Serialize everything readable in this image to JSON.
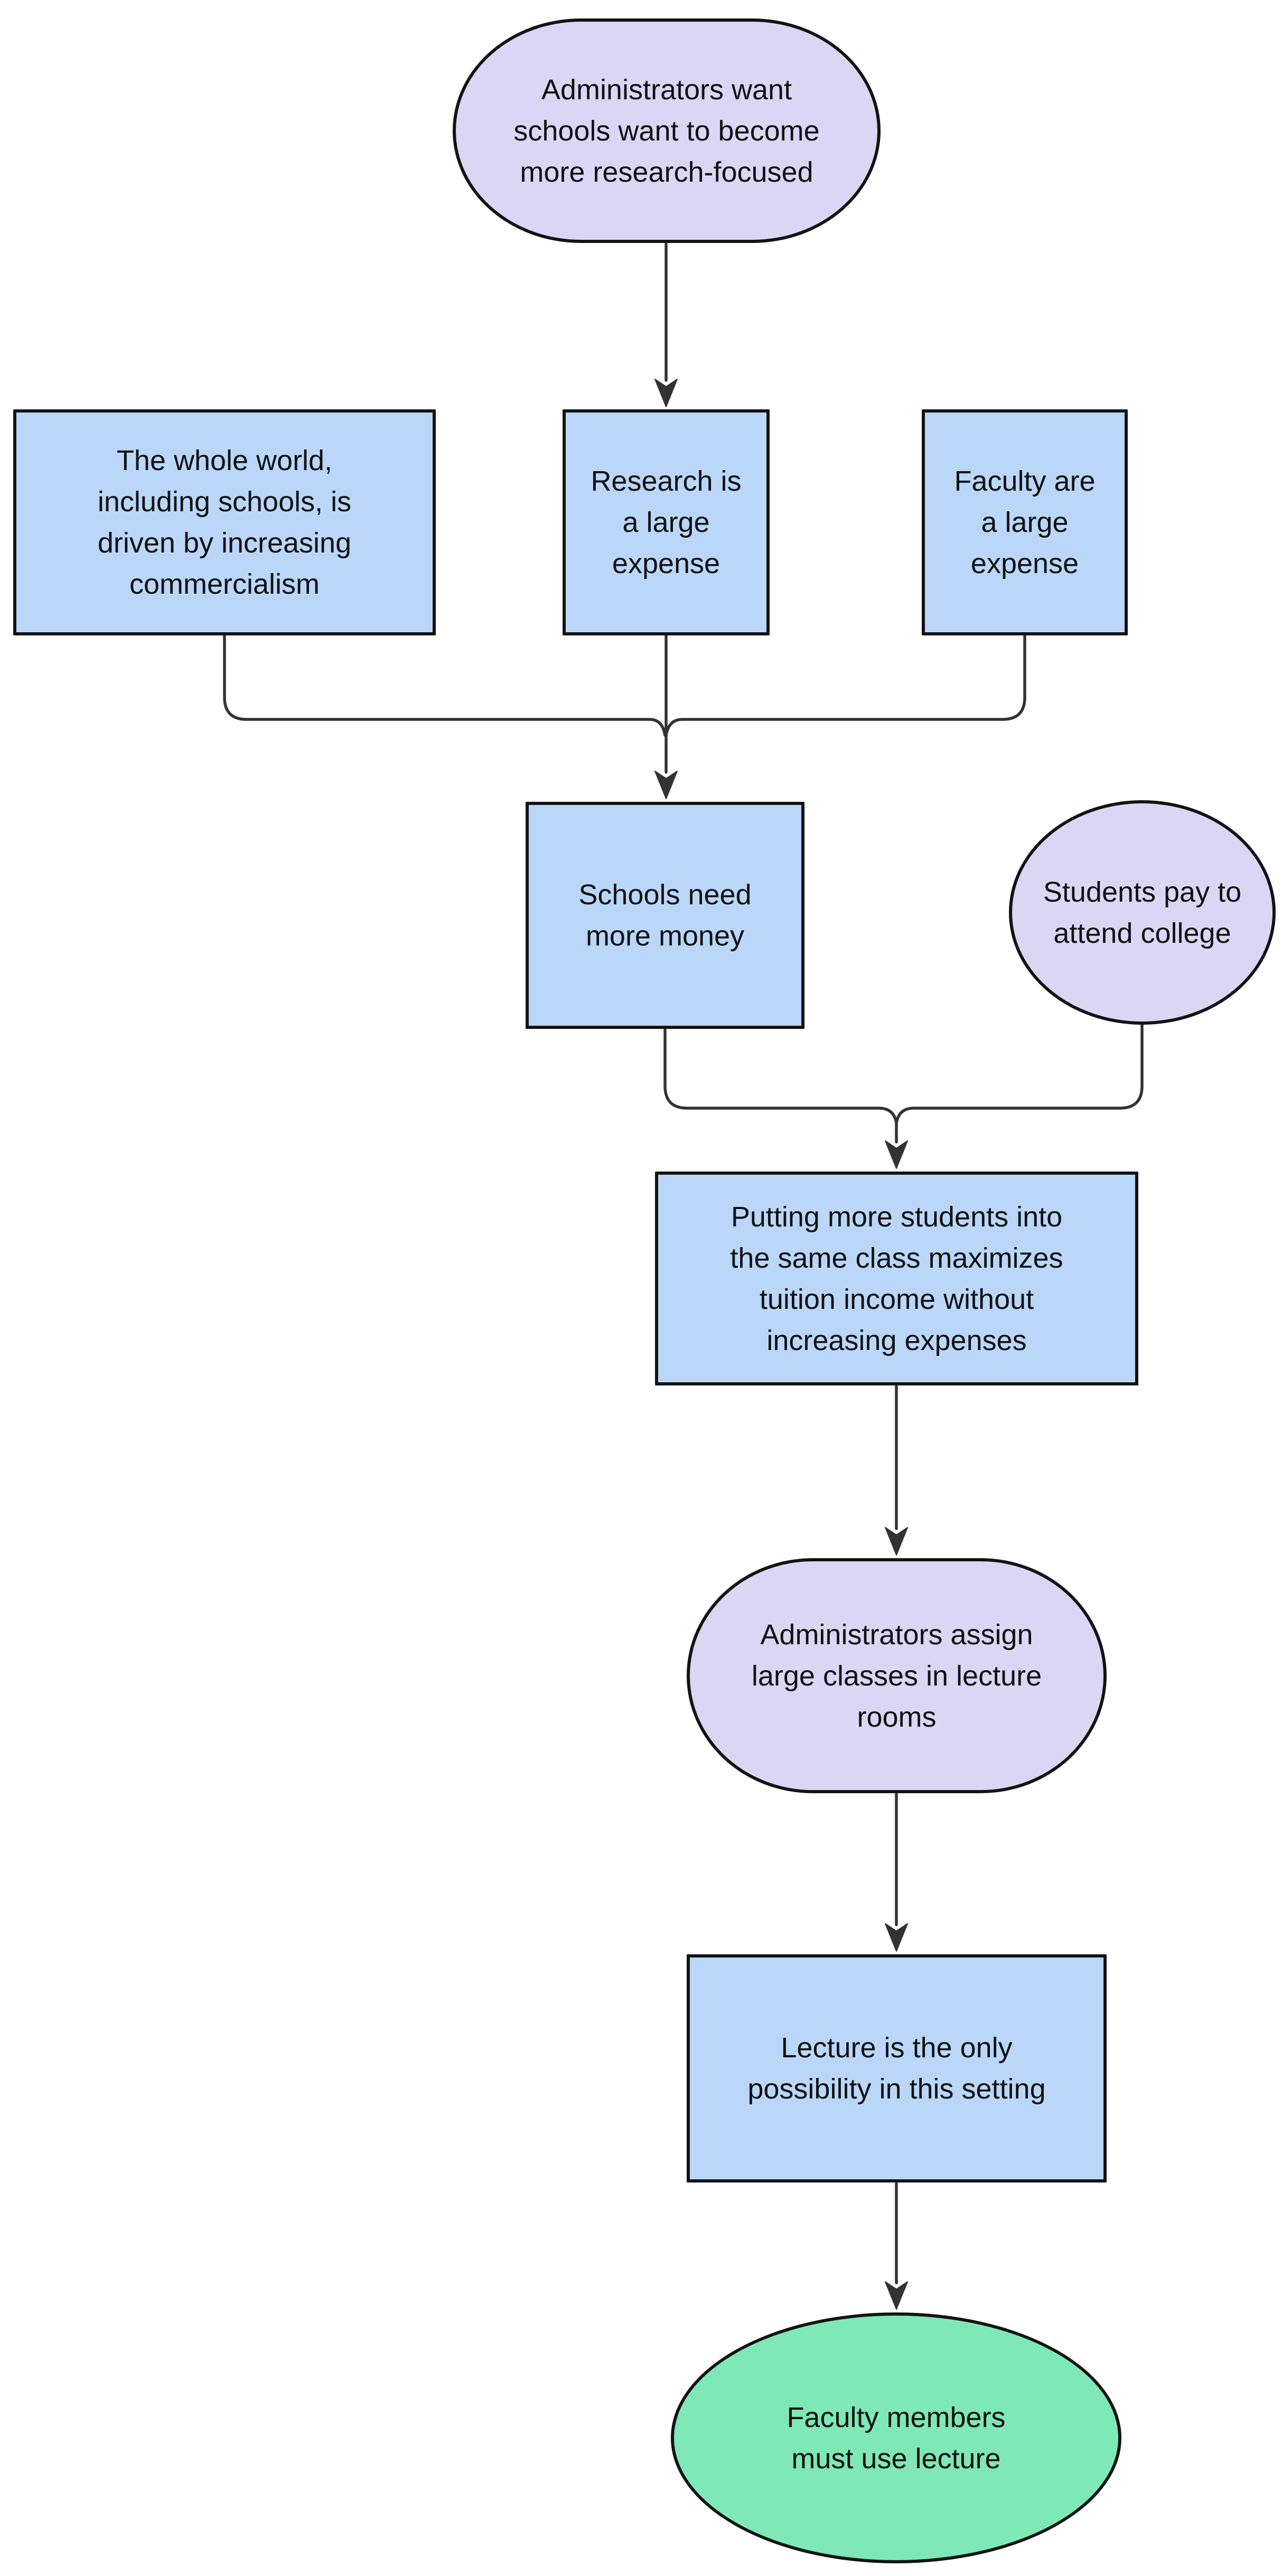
{
  "diagram": {
    "type": "flowchart",
    "background": "#ffffff",
    "line_color": "#333333",
    "node_border_color": "#131313",
    "text_color": "#111111",
    "nodes": [
      {
        "id": "admin-want-research",
        "shape": "rounded",
        "fill": "#dcd6f5",
        "text": "Administrators want schools want to become more research-focused",
        "lines": [
          "Administrators want",
          "schools want to become",
          "more research-focused"
        ]
      },
      {
        "id": "world-commercialism",
        "shape": "rect",
        "fill": "#bad7fa",
        "text": "The whole world, including schools, is driven by increasing commercialism",
        "lines": [
          "The whole world,",
          "including schools, is",
          "driven by increasing",
          "commercialism"
        ]
      },
      {
        "id": "research-expense",
        "shape": "rect",
        "fill": "#bad7fa",
        "text": "Research is a large expense",
        "lines": [
          "Research is",
          "a large",
          "expense"
        ]
      },
      {
        "id": "faculty-expense",
        "shape": "rect",
        "fill": "#bad7fa",
        "text": "Faculty are a large expense",
        "lines": [
          "Faculty are",
          "a large",
          "expense"
        ]
      },
      {
        "id": "schools-need-money",
        "shape": "rect",
        "fill": "#bad7fa",
        "text": "Schools need more money",
        "lines": [
          "Schools need",
          "more money"
        ]
      },
      {
        "id": "students-pay",
        "shape": "ellipse",
        "fill": "#dcd6f5",
        "text": "Students pay to attend college",
        "lines": [
          "Students pay to",
          "attend college"
        ]
      },
      {
        "id": "more-students-same-class",
        "shape": "rect",
        "fill": "#bad7fa",
        "text": "Putting more students into the same class maximizes tuition income without increasing expenses",
        "lines": [
          "Putting more students into",
          "the same class maximizes",
          "tuition income without",
          "increasing expenses"
        ]
      },
      {
        "id": "admin-assign-lecture-rooms",
        "shape": "rounded",
        "fill": "#dcd6f5",
        "text": "Administrators assign large classes in lecture rooms",
        "lines": [
          "Administrators assign",
          "large classes in lecture",
          "rooms"
        ]
      },
      {
        "id": "lecture-only-possibility",
        "shape": "rect",
        "fill": "#bad7fa",
        "text": "Lecture is the only possibility in this setting",
        "lines": [
          "Lecture is the only",
          "possibility in this setting"
        ]
      },
      {
        "id": "faculty-must-lecture",
        "shape": "ellipse",
        "fill": "#7ee8b6",
        "text": "Faculty members must use lecture",
        "lines": [
          "Faculty members",
          "must use lecture"
        ]
      }
    ],
    "edges": [
      {
        "from": "admin-want-research",
        "to": "research-expense"
      },
      {
        "from": "world-commercialism",
        "to": "schools-need-money"
      },
      {
        "from": "research-expense",
        "to": "schools-need-money"
      },
      {
        "from": "faculty-expense",
        "to": "schools-need-money"
      },
      {
        "from": "schools-need-money",
        "to": "more-students-same-class"
      },
      {
        "from": "students-pay",
        "to": "more-students-same-class"
      },
      {
        "from": "more-students-same-class",
        "to": "admin-assign-lecture-rooms"
      },
      {
        "from": "admin-assign-lecture-rooms",
        "to": "lecture-only-possibility"
      },
      {
        "from": "lecture-only-possibility",
        "to": "faculty-must-lecture"
      }
    ]
  }
}
